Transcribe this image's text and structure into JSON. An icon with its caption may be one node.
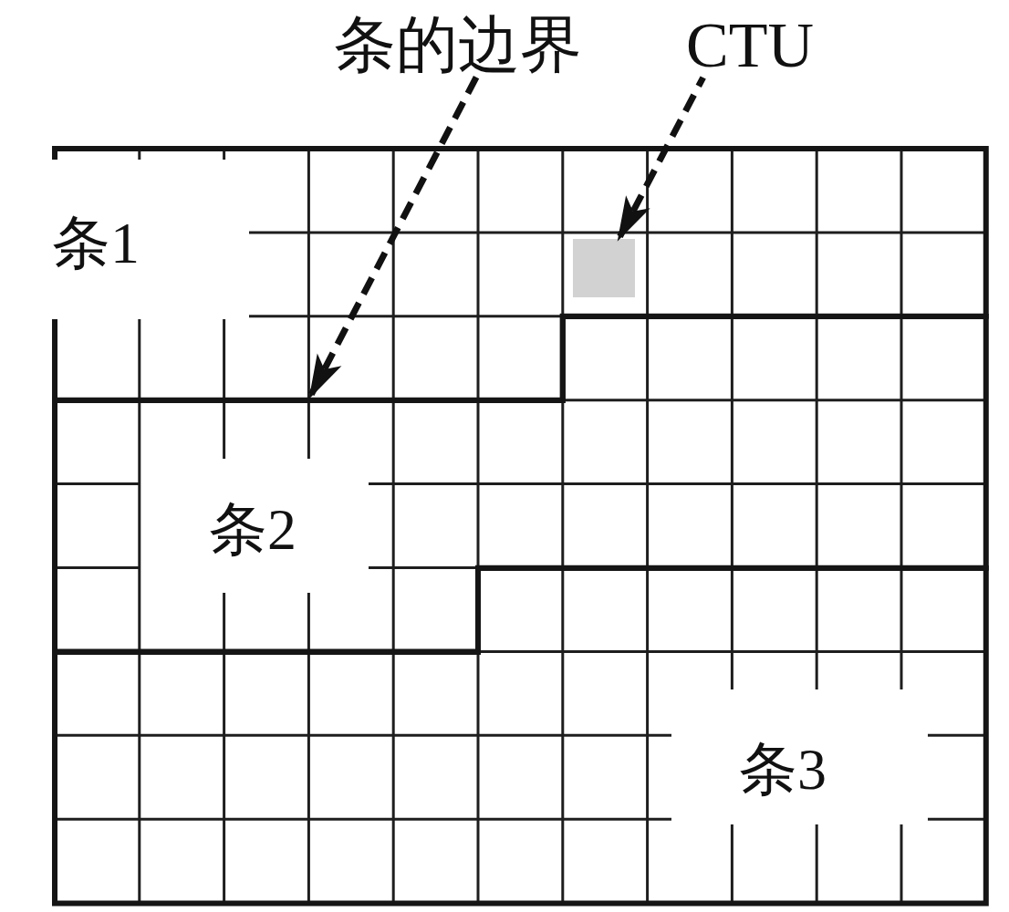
{
  "diagram": {
    "nodes": [
      {
        "text": [
          "条的边界"
        ]
      },
      {
        "text": [
          "CTU"
        ]
      },
      {
        "text": [
          "条1"
        ]
      },
      {
        "text": [],
        "shape": "box",
        "in": 2
      },
      {
        "text": [
          "条2"
        ]
      },
      {
        "text": [
          "条3"
        ]
      }
    ],
    "edges": [
      {
        "from": 0,
        "to": 2,
        "arrow": "to",
        "style": "dashed"
      },
      {
        "from": 1,
        "to": 3,
        "arrow": "to",
        "style": "dashed"
      }
    ]
  }
}
